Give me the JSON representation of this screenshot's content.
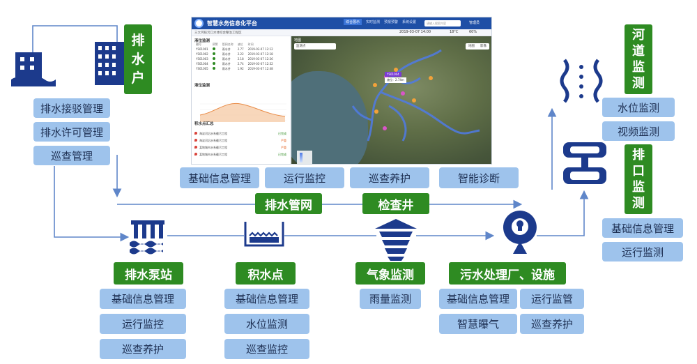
{
  "colors": {
    "label_blue": "#9ec3ec",
    "green": "#2e8b22",
    "navy": "#1c3a8c",
    "line": "#5f86c9"
  },
  "drainage_user": {
    "title_chars": [
      "排",
      "水",
      "户"
    ],
    "items": [
      "排水接驳管理",
      "排水许可管理",
      "巡查管理"
    ]
  },
  "river_monitoring": {
    "title_chars": [
      "河",
      "道",
      "监",
      "测"
    ],
    "items": [
      "水位监测",
      "视频监测"
    ]
  },
  "outfall_monitoring": {
    "title_chars": [
      "排",
      "口",
      "监",
      "测"
    ],
    "items": [
      "基础信息管理",
      "运行监测"
    ]
  },
  "pipeline_items": [
    "基础信息管理",
    "运行监控",
    "巡查养护",
    "智能诊断"
  ],
  "pipe_network": "排水管网",
  "inspection_well": "检查井",
  "pump_station": {
    "title": "排水泵站",
    "items": [
      "基础信息管理",
      "运行监控",
      "巡查养护"
    ]
  },
  "waterlogging_point": {
    "title": "积水点",
    "items": [
      "基础信息管理",
      "水位监测",
      "巡查监控"
    ]
  },
  "weather_monitoring": {
    "title": "气象监测",
    "items": [
      "雨量监测"
    ]
  },
  "sewage_plant": {
    "title": "污水处理厂、设施",
    "items": [
      "基础信息管理",
      "运行监管",
      "智慧曝气",
      "巡查养护"
    ]
  },
  "dashboard": {
    "title": "智慧水务信息化平台",
    "nav": [
      "综合展示",
      "实时监测",
      "预报预警",
      "系统设置"
    ],
    "search_placeholder": "请输入搜索内容",
    "user": "管理员",
    "notice": "三大河排污口水体综合整治工程区",
    "datetime": "2019-03-07 14:00",
    "temperature": "18°C",
    "humidity": "60%",
    "station_section": "液位监测",
    "table_headers": [
      "编号",
      "预警",
      "管网名称",
      "液位",
      "时间"
    ],
    "table_rows": [
      [
        "YS01001",
        "",
        "雨水井",
        "2.77",
        "2019-03-07 12:12"
      ],
      [
        "YS01002",
        "",
        "雨水井",
        "2.22",
        "2019-03-07 12:18"
      ],
      [
        "YS01003",
        "",
        "雨水井",
        "2.18",
        "2019-03-07 12:26"
      ],
      [
        "YS01004",
        "",
        "雨水井",
        "2.74",
        "2019-03-07 12:32"
      ],
      [
        "YS01005",
        "",
        "雨水井",
        "1.92",
        "2019-03-07 12:48"
      ]
    ],
    "waterlevel_section": "液位监测",
    "alert_section": "积水点汇总",
    "alerts": [
      [
        "海淀河沿水系截污工程",
        "已完成"
      ],
      [
        "海淀河沿水系截污工程",
        "严重"
      ],
      [
        "某地城市水系截污工程",
        "严重"
      ],
      [
        "某地城市水系截污工程",
        "已完成"
      ]
    ],
    "map_label": "地图",
    "map_tool": "监测点",
    "map_toggle": [
      "地图",
      "影像"
    ],
    "popup": "YS01004",
    "popup_value": "液位：2.74m"
  }
}
